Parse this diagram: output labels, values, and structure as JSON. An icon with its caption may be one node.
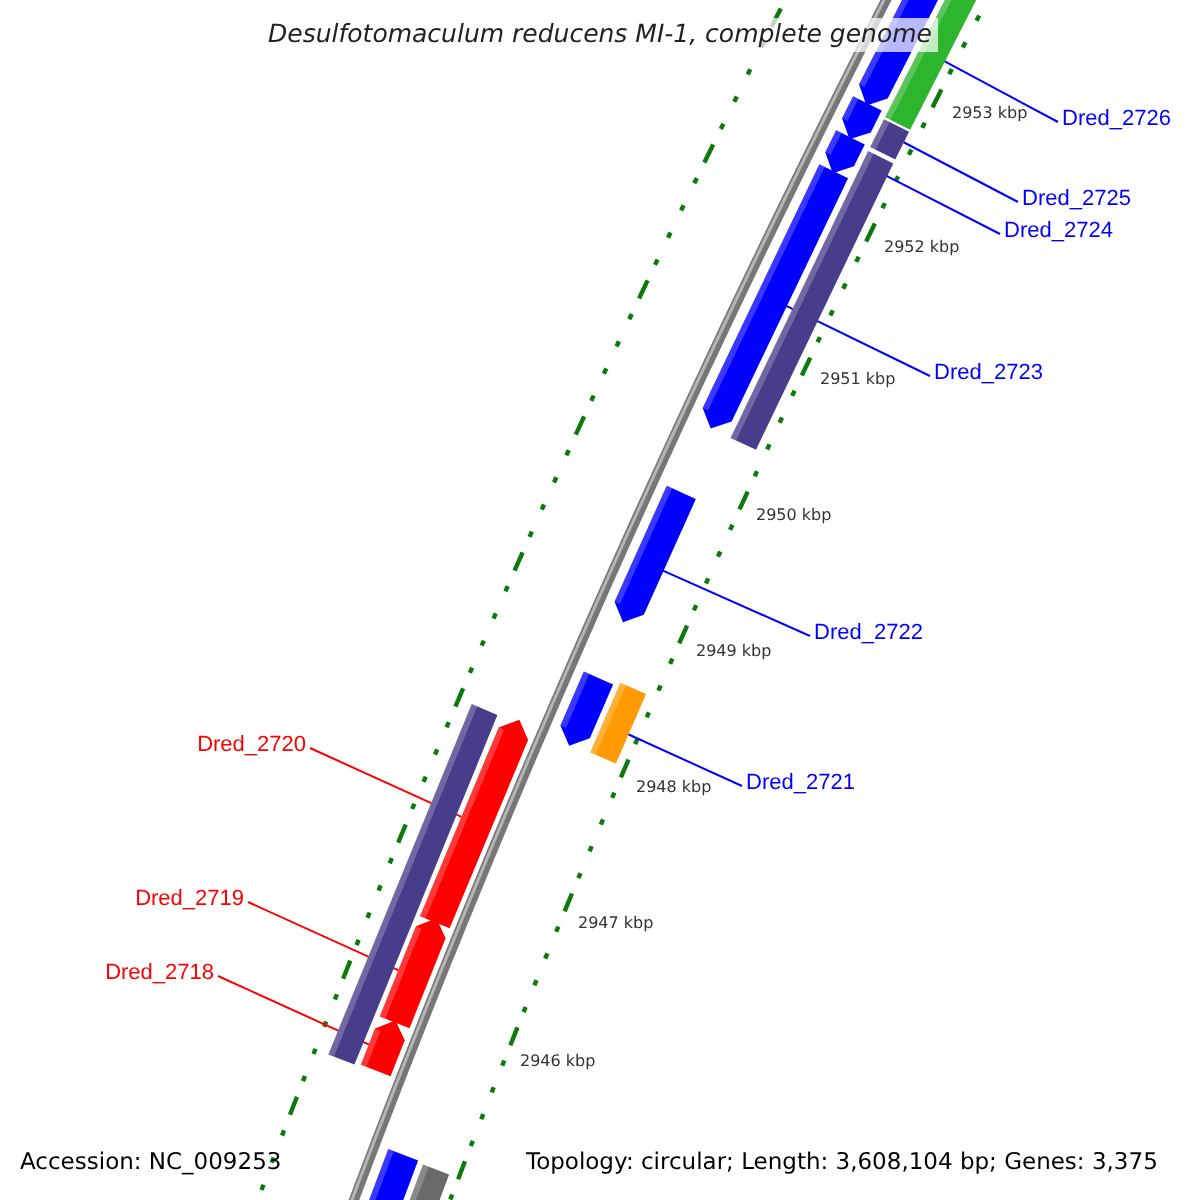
{
  "diagram": {
    "title": "Desulfotomaculum reducens MI-1, complete genome",
    "nodes": [
      {
        "text": [
          "Dred_2726"
        ]
      },
      {
        "text": [],
        "shape": "bar"
      },
      {
        "text": [
          "Dred_2725"
        ]
      },
      {
        "text": [],
        "shape": "bar"
      },
      {
        "text": [
          "Dred_2724"
        ]
      },
      {
        "text": [],
        "shape": "bar"
      },
      {
        "text": [
          "Dred_2723"
        ]
      },
      {
        "text": [],
        "shape": "pentagon"
      },
      {
        "text": [
          "Dred_2722"
        ]
      },
      {
        "text": [],
        "shape": "pentagon"
      },
      {
        "text": [
          "Dred_2721"
        ]
      },
      {
        "text": [],
        "shape": "bar"
      },
      {
        "text": [
          "Dred_2720"
        ]
      },
      {
        "text": [],
        "shape": "pentagon"
      },
      {
        "text": [
          "Dred_2719"
        ]
      },
      {
        "text": [],
        "shape": "pentagon"
      },
      {
        "text": [
          "Dred_2718"
        ]
      },
      {
        "text": [],
        "shape": "pentagon"
      },
      {
        "text": [],
        "shape": "pentagon"
      },
      {
        "text": [],
        "shape": "pentagon"
      },
      {
        "text": [],
        "shape": "pentagon"
      },
      {
        "text": [],
        "shape": "pentagon"
      },
      {
        "text": [],
        "shape": "bar"
      },
      {
        "text": [],
        "shape": "bar"
      },
      {
        "text": [],
        "shape": "bar"
      }
    ],
    "edges": [
      {
        "from": 0,
        "to": 1,
        "arrow": "none"
      },
      {
        "from": 2,
        "to": 3,
        "arrow": "none"
      },
      {
        "from": 4,
        "to": 5,
        "arrow": "none"
      },
      {
        "from": 6,
        "to": 7,
        "arrow": "none"
      },
      {
        "from": 8,
        "to": 9,
        "arrow": "none"
      },
      {
        "from": 10,
        "to": 11,
        "arrow": "none"
      },
      {
        "from": 12,
        "to": 13,
        "arrow": "none",
        "color": "#ff0000"
      },
      {
        "from": 14,
        "to": 15,
        "arrow": "none",
        "color": "#ff0000"
      },
      {
        "from": 16,
        "to": 17,
        "arrow": "none",
        "color": "#ff0000"
      }
    ],
    "labels": [
      "2953 kbp",
      "2952 kbp",
      "2951 kbp",
      "2950 kbp",
      "2949 kbp",
      "2948 kbp",
      "2947 kbp",
      "2946 kbp",
      "Accession: NC_009253",
      "Topology: circular; Length: 3,608,104 bp; Genes: 3,375"
    ]
  }
}
